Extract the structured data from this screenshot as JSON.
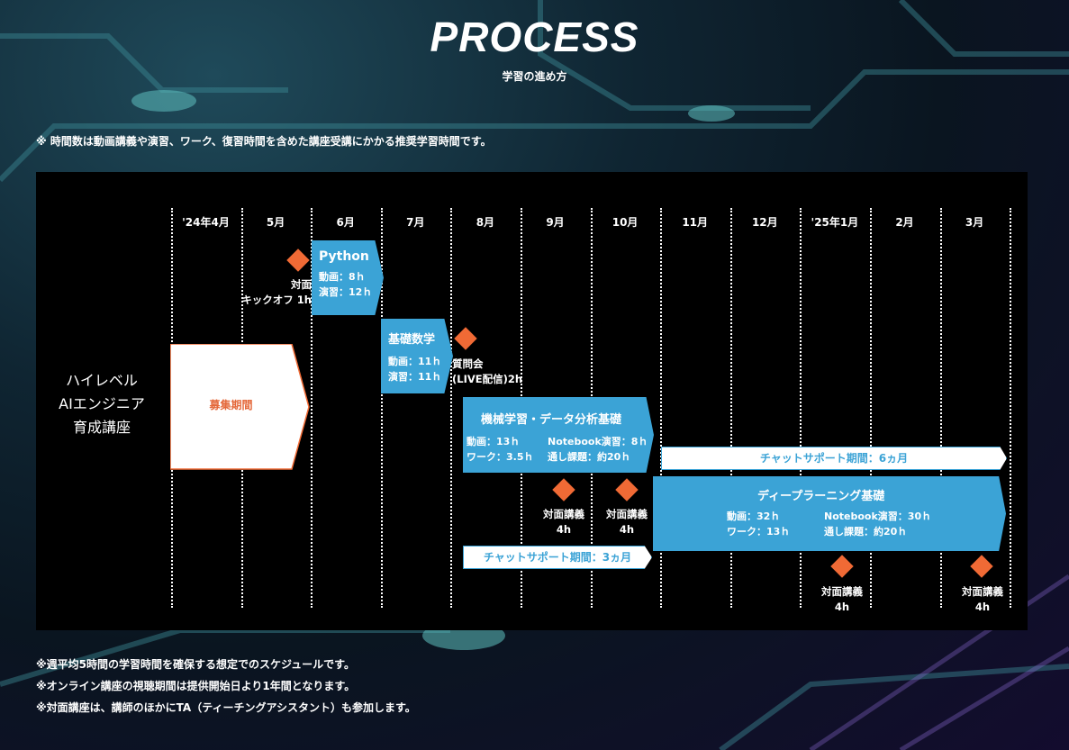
{
  "header": {
    "title": "PROCESS",
    "subtitle": "学習の進め方"
  },
  "note_top": "※ 時間数は動画講義や演習、ワーク、復習時間を含めた講座受講にかかる推奨学習時間です。",
  "months": [
    "'24年4月",
    "5月",
    "6月",
    "7月",
    "8月",
    "9月",
    "10月",
    "11月",
    "12月",
    "'25年1月",
    "2月",
    "3月"
  ],
  "course": {
    "line1": "ハイレベル",
    "line2": "AIエンジニア",
    "line3": "育成講座"
  },
  "recruit_label": "募集期間",
  "python": {
    "title": "Python",
    "line1": "動画：8ｈ",
    "line2": "演習：12ｈ"
  },
  "kickoff": {
    "line1": "対面",
    "line2": "キックオフ 1h"
  },
  "math": {
    "title": "基礎数学",
    "line1": "動画：11ｈ",
    "line2": "演習：11ｈ"
  },
  "qa": {
    "line1": "質問会",
    "line2": "(LIVE配信)2h"
  },
  "ml": {
    "title": "機械学習・データ分析基礎",
    "l1": "動画：13ｈ",
    "r1": "Notebook演習：8ｈ",
    "l2": "ワーク：3.5ｈ",
    "r2": "通し課題：約20ｈ"
  },
  "support6": "チャットサポート期間：6ヵ月",
  "support3": "チャットサポート期間：3ヵ月",
  "dl": {
    "title": "ディープラーニング基礎",
    "l1": "動画：32ｈ",
    "r1": "Notebook演習：30ｈ",
    "l2": "ワーク：13ｈ",
    "r2": "通し課題：約20ｈ"
  },
  "lecture": {
    "line1": "対面講義",
    "line2": "4h"
  },
  "notes_bottom": [
    "※週平均5時間の学習時間を確保する想定でのスケジュールです。",
    "※オンライン講座の視聴期間は提供開始日より1年間となります。",
    "※対面講座は、講師のほかにTA（ティーチングアシスタント）も参加します。"
  ],
  "colors": {
    "accent_blue": "#3ba3d6",
    "accent_orange": "#f06a35",
    "panel": "#000000"
  }
}
